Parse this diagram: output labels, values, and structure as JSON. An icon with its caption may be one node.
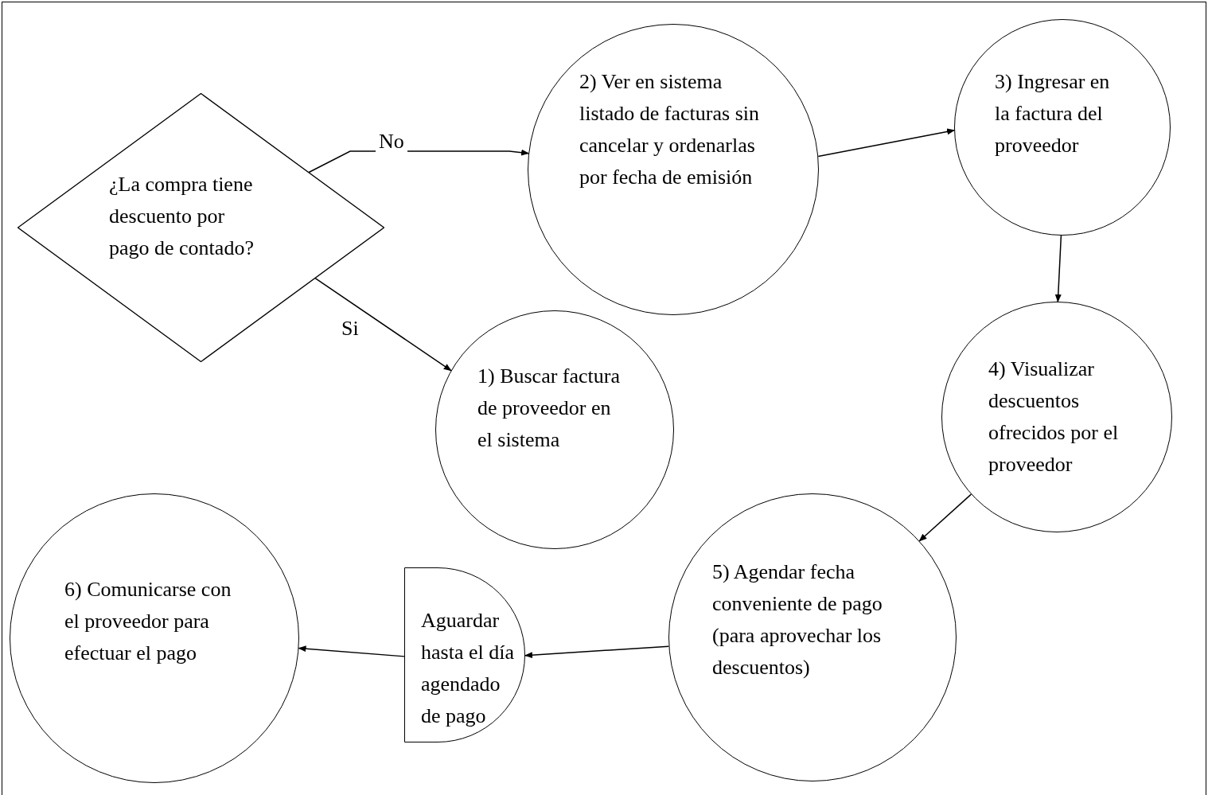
{
  "diagram": {
    "nodes": [
      {
        "text": [
          "¿La compra tiene descuento por pago de contado?"
        ]
      },
      {
        "text": [
          "2) Ver en sistema listado de facturas sin cancelar y ordenarlas por fecha de emisión"
        ]
      },
      {
        "text": [
          "3) Ingresar en la factura del proveedor"
        ]
      },
      {
        "text": [
          "1) Buscar factura de proveedor en el sistema"
        ]
      },
      {
        "text": [
          "4) Visualizar descuentos ofrecidos por el proveedor"
        ]
      },
      {
        "text": [
          "5) Agendar fecha conveniente de pago (para aprovechar los descuentos)"
        ]
      },
      {
        "text": [
          "Aguardar hasta el día agendado de pago"
        ]
      },
      {
        "text": [
          "6) Comunicarse con el proveedor para efectuar el pago"
        ]
      }
    ],
    "edges": [
      {
        "from": 0,
        "to": 1,
        "arrow": "to",
        "label": "No"
      },
      {
        "from": 0,
        "to": 3,
        "arrow": "to",
        "label": "Si"
      },
      {
        "from": 1,
        "to": 2,
        "arrow": "to"
      },
      {
        "from": 2,
        "to": 4,
        "arrow": "to"
      },
      {
        "from": 4,
        "to": 5,
        "arrow": "to"
      },
      {
        "from": 5,
        "to": 6,
        "arrow": "to"
      },
      {
        "from": 6,
        "to": 7,
        "arrow": "to"
      }
    ]
  }
}
